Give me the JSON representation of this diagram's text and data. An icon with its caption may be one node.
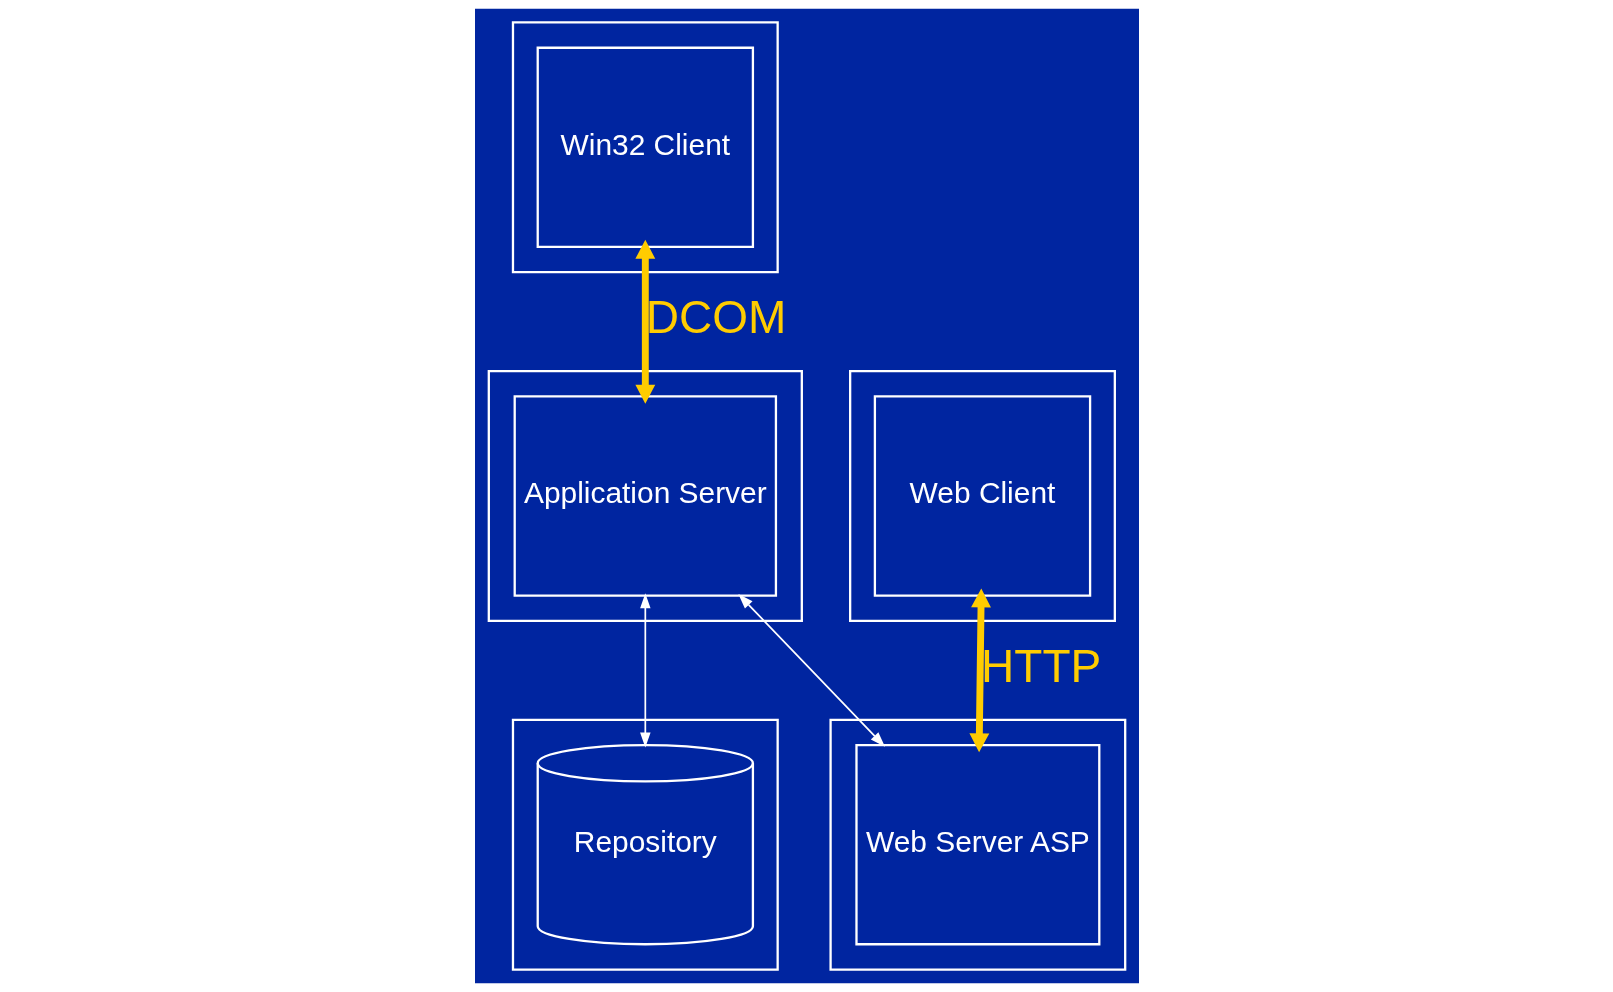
{
  "diagram": {
    "nodes": [
      {
        "text": [],
        "shape": "box"
      },
      {
        "text": [
          "Win32 Client"
        ],
        "in": 0
      },
      {
        "text": [],
        "shape": "box"
      },
      {
        "text": [
          "Application Server"
        ],
        "in": 2
      },
      {
        "text": [],
        "shape": "box"
      },
      {
        "text": [
          "Web Client"
        ],
        "in": 4
      },
      {
        "text": [],
        "shape": "box"
      },
      {
        "text": [
          "Web Server ASP"
        ],
        "in": 6
      },
      {
        "text": [],
        "shape": "box"
      },
      {
        "text": [
          "Repository"
        ],
        "in": 8
      }
    ],
    "edges": [
      {
        "from": 1,
        "to": 3,
        "arrow": "both",
        "label": "DCOM",
        "style": "thick",
        "color": "#ffcc00"
      },
      {
        "from": 3,
        "to": 7,
        "arrow": "both",
        "color": "#ffffff"
      },
      {
        "from": 3,
        "to": 9,
        "arrow": "both",
        "color": "#ffffff"
      },
      {
        "from": 5,
        "to": 7,
        "arrow": "both",
        "label": "HTTP",
        "style": "thick",
        "color": "#ffcc00"
      }
    ]
  }
}
